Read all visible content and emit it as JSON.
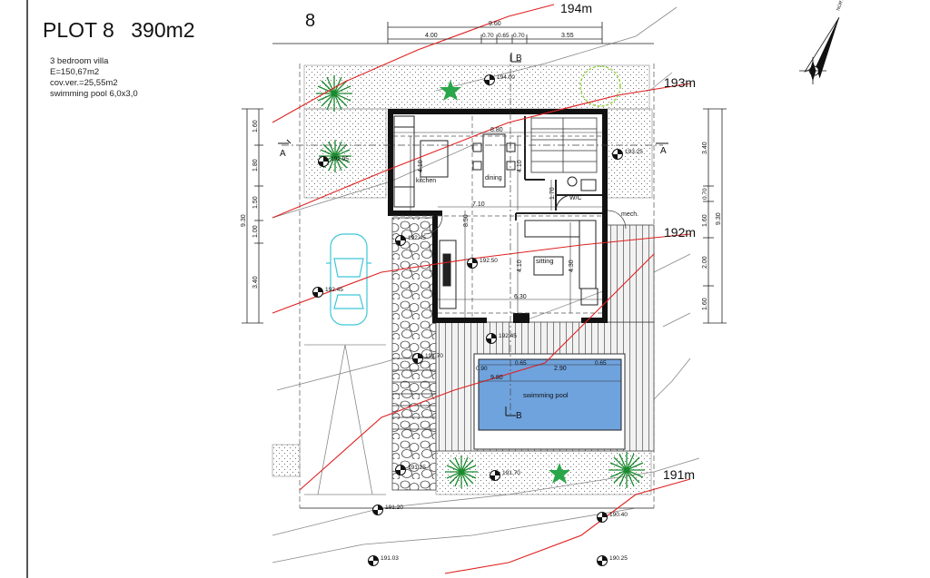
{
  "header": {
    "plot_label": "PLOT 8",
    "area": "390m2",
    "plot_number": "8",
    "description": [
      "3 bedroom villa",
      "E=150,67m2",
      "cov.ver.=25,55m2",
      "swimming pool 6,0x3,0"
    ]
  },
  "contours": {
    "c194": "194m",
    "c193": "193m",
    "c192": "192m",
    "c191": "191m"
  },
  "rooms": {
    "kitchen": "kitchen",
    "dining": "dining",
    "sitting": "sitting",
    "wc": "W/C",
    "mech": "mech.",
    "pool": "swimming pool"
  },
  "levels": {
    "l194": "194.00",
    "l193_25": "193.25",
    "l192_95": "192.95",
    "l192_45a": "192.45",
    "l192_50": "192.50",
    "l192_45b": "192.45",
    "l192_45c": "192.45",
    "l191_70a": "191.70",
    "l191_70b": "191.70",
    "l191_25": "191.25",
    "l191_20": "191.20",
    "l190_40": "190.40",
    "l191_03": "191.03",
    "l190_25": "190.25"
  },
  "top_dims": {
    "total": "9.60",
    "d1": "4.00",
    "d2": "0.70",
    "d3": "0.65",
    "d4": "0.70",
    "d5": "3.55"
  },
  "interior_dims": {
    "w880": "8.80",
    "w710": "7.10",
    "w630": "6.30",
    "h410a": "4.10",
    "h410b": "4.10",
    "h410c": "4.10",
    "h430": "4.30",
    "h850": "8.50",
    "h170": "1.70",
    "p980": "9.80",
    "p290": "2.90",
    "p065a": "0.65",
    "p065b": "0.65",
    "p090": "0.90"
  },
  "left_dims": {
    "total": "9.30",
    "a": "1.60",
    "b": "1.80",
    "c": "1.50",
    "d": "1.00",
    "e": "3.40"
  },
  "right_dims": {
    "total": "9.30",
    "a": "3.40",
    "b": "0.70",
    "c": "1.60",
    "d": "2.00",
    "e": "1.60"
  },
  "section": {
    "a_left": "A",
    "a_right": "A",
    "b_top": "B",
    "b_bottom": "B"
  },
  "compass": {
    "label": "NORTH"
  }
}
